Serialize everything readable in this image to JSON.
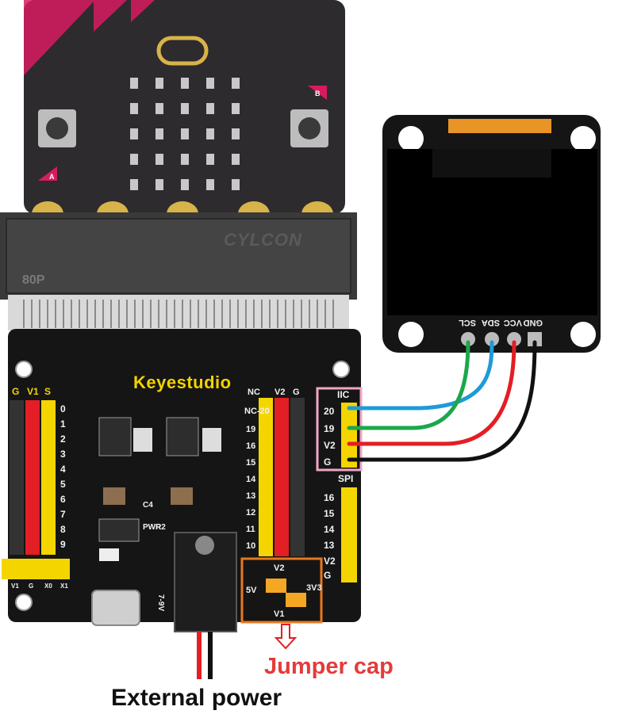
{
  "board": {
    "brand": "Keyestudio",
    "connector_label": "80P",
    "socket_brand": "CYLCON",
    "button_a": "A",
    "button_b": "B"
  },
  "oled": {
    "pins": [
      "GND",
      "VCC",
      "SDA",
      "SCL"
    ]
  },
  "headers": {
    "left_cols": [
      "G",
      "V1",
      "S"
    ],
    "left_pins": [
      "0",
      "1",
      "2",
      "3",
      "4",
      "5",
      "6",
      "7",
      "8",
      "9"
    ],
    "mid_cols": [
      "NC",
      "V2",
      "G"
    ],
    "mid_pins": [
      "NC-20",
      "19",
      "16",
      "15",
      "14",
      "13",
      "12",
      "11",
      "10"
    ],
    "iic_title": "IIC",
    "iic_pins": [
      "20",
      "19",
      "V2",
      "G"
    ],
    "spi_title": "SPI",
    "spi_pins": [
      "16",
      "15",
      "14",
      "13",
      "V2",
      "G"
    ],
    "bottom_left": [
      "V1",
      "G",
      "X0",
      "X1"
    ]
  },
  "jumper": {
    "labels": [
      "V2",
      "5V",
      "3V3",
      "V1"
    ]
  },
  "power": {
    "voltage": "7-9V",
    "pwr": "PWR",
    "r2": "R2",
    "c4": "C4"
  },
  "wires": {
    "colors": {
      "scl": "#1e9bd7",
      "sda": "#1aa84a",
      "vcc": "#e31e24",
      "gnd": "#111111"
    }
  },
  "annotations": {
    "jumper_cap": "Jumper cap",
    "external_power": "External power"
  }
}
